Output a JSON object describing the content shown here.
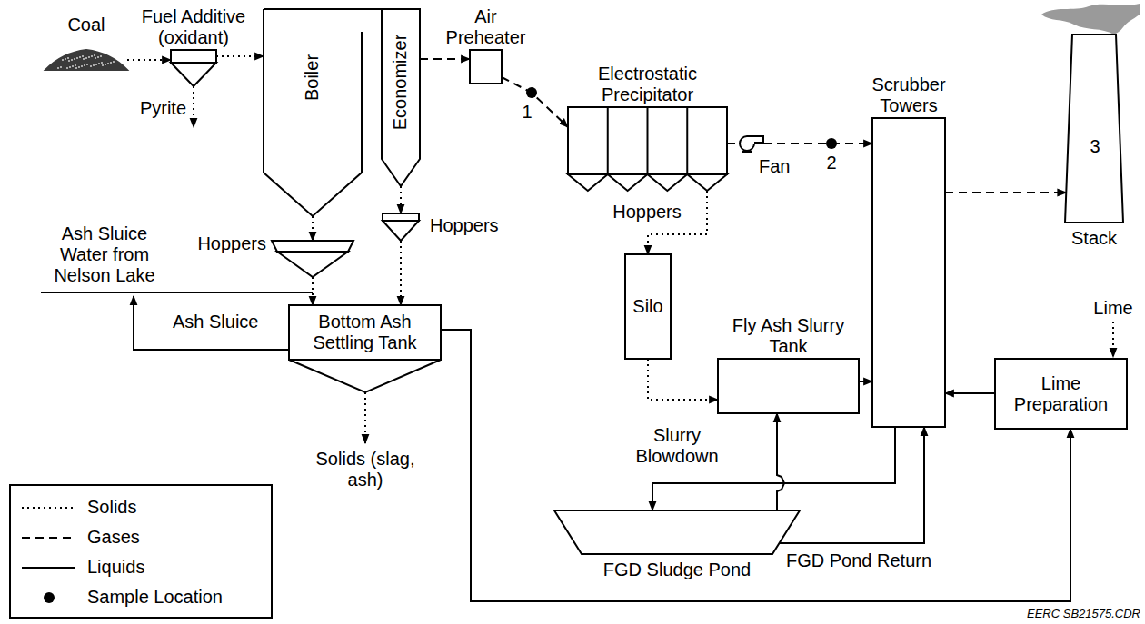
{
  "diagram": {
    "nodes": [
      {
        "text": [
          "Coal"
        ]
      },
      {
        "text": [
          "Fuel Additive (oxidant)"
        ]
      },
      {
        "text": [
          "Boiler"
        ]
      },
      {
        "text": [
          "Economizer"
        ]
      },
      {
        "text": [
          "Air Preheater"
        ]
      },
      {
        "text": [
          "Electrostatic Precipitator"
        ]
      },
      {
        "text": [
          "Hoppers"
        ]
      },
      {
        "text": [
          "Hoppers"
        ]
      },
      {
        "text": [
          "Fan"
        ]
      },
      {
        "text": [
          "Scrubber Towers"
        ]
      },
      {
        "text": [
          "Stack"
        ]
      },
      {
        "text": [
          "Silo"
        ]
      },
      {
        "text": [
          "Fly Ash Slurry Tank"
        ]
      },
      {
        "text": [
          "Bottom Ash Settling Tank"
        ]
      },
      {
        "text": [
          "Lime Preparation"
        ]
      },
      {
        "text": [
          "FGD Sludge Pond"
        ]
      }
    ],
    "edges": [
      {
        "from": 0,
        "to": 1,
        "arrow": "to"
      },
      {
        "from": 1,
        "to": 2,
        "arrow": "to"
      },
      {
        "from": 3,
        "to": 4,
        "arrow": "to"
      },
      {
        "from": 4,
        "to": 5,
        "arrow": "to"
      },
      {
        "from": 5,
        "to": 8,
        "arrow": "none"
      },
      {
        "from": 8,
        "to": 9,
        "arrow": "to"
      },
      {
        "from": 9,
        "to": 10,
        "arrow": "to"
      },
      {
        "from": 2,
        "to": 6,
        "arrow": "to"
      },
      {
        "from": 3,
        "to": 7,
        "arrow": "to"
      },
      {
        "from": 6,
        "to": 13,
        "arrow": "to"
      },
      {
        "from": 7,
        "to": 13,
        "arrow": "to"
      },
      {
        "from": 5,
        "to": 11,
        "arrow": "to"
      },
      {
        "from": 11,
        "to": 12,
        "arrow": "to"
      },
      {
        "from": 12,
        "to": 9,
        "arrow": "to"
      },
      {
        "from": 14,
        "to": 9,
        "arrow": "to"
      },
      {
        "from": 9,
        "to": 15,
        "label": "Slurry Blowdown",
        "arrow": "to"
      },
      {
        "from": 15,
        "to": 12,
        "arrow": "to"
      },
      {
        "from": 15,
        "to": 9,
        "label": "FGD Pond Return",
        "arrow": "to"
      },
      {
        "from": 13,
        "to": 14,
        "arrow": "to"
      }
    ],
    "labels": [
      "Pyrite",
      "Ash Sluice Water from Nelson Lake",
      "Ash Sluice",
      "Solids (slag, ash)",
      "Hoppers",
      "1",
      "2",
      "3",
      "Lime",
      "EERC SB21575.CDR"
    ],
    "legend": [
      {
        "text": "Solids"
      },
      {
        "text": "Gases"
      },
      {
        "text": "Liquids"
      },
      {
        "text": "Sample Location"
      }
    ]
  }
}
